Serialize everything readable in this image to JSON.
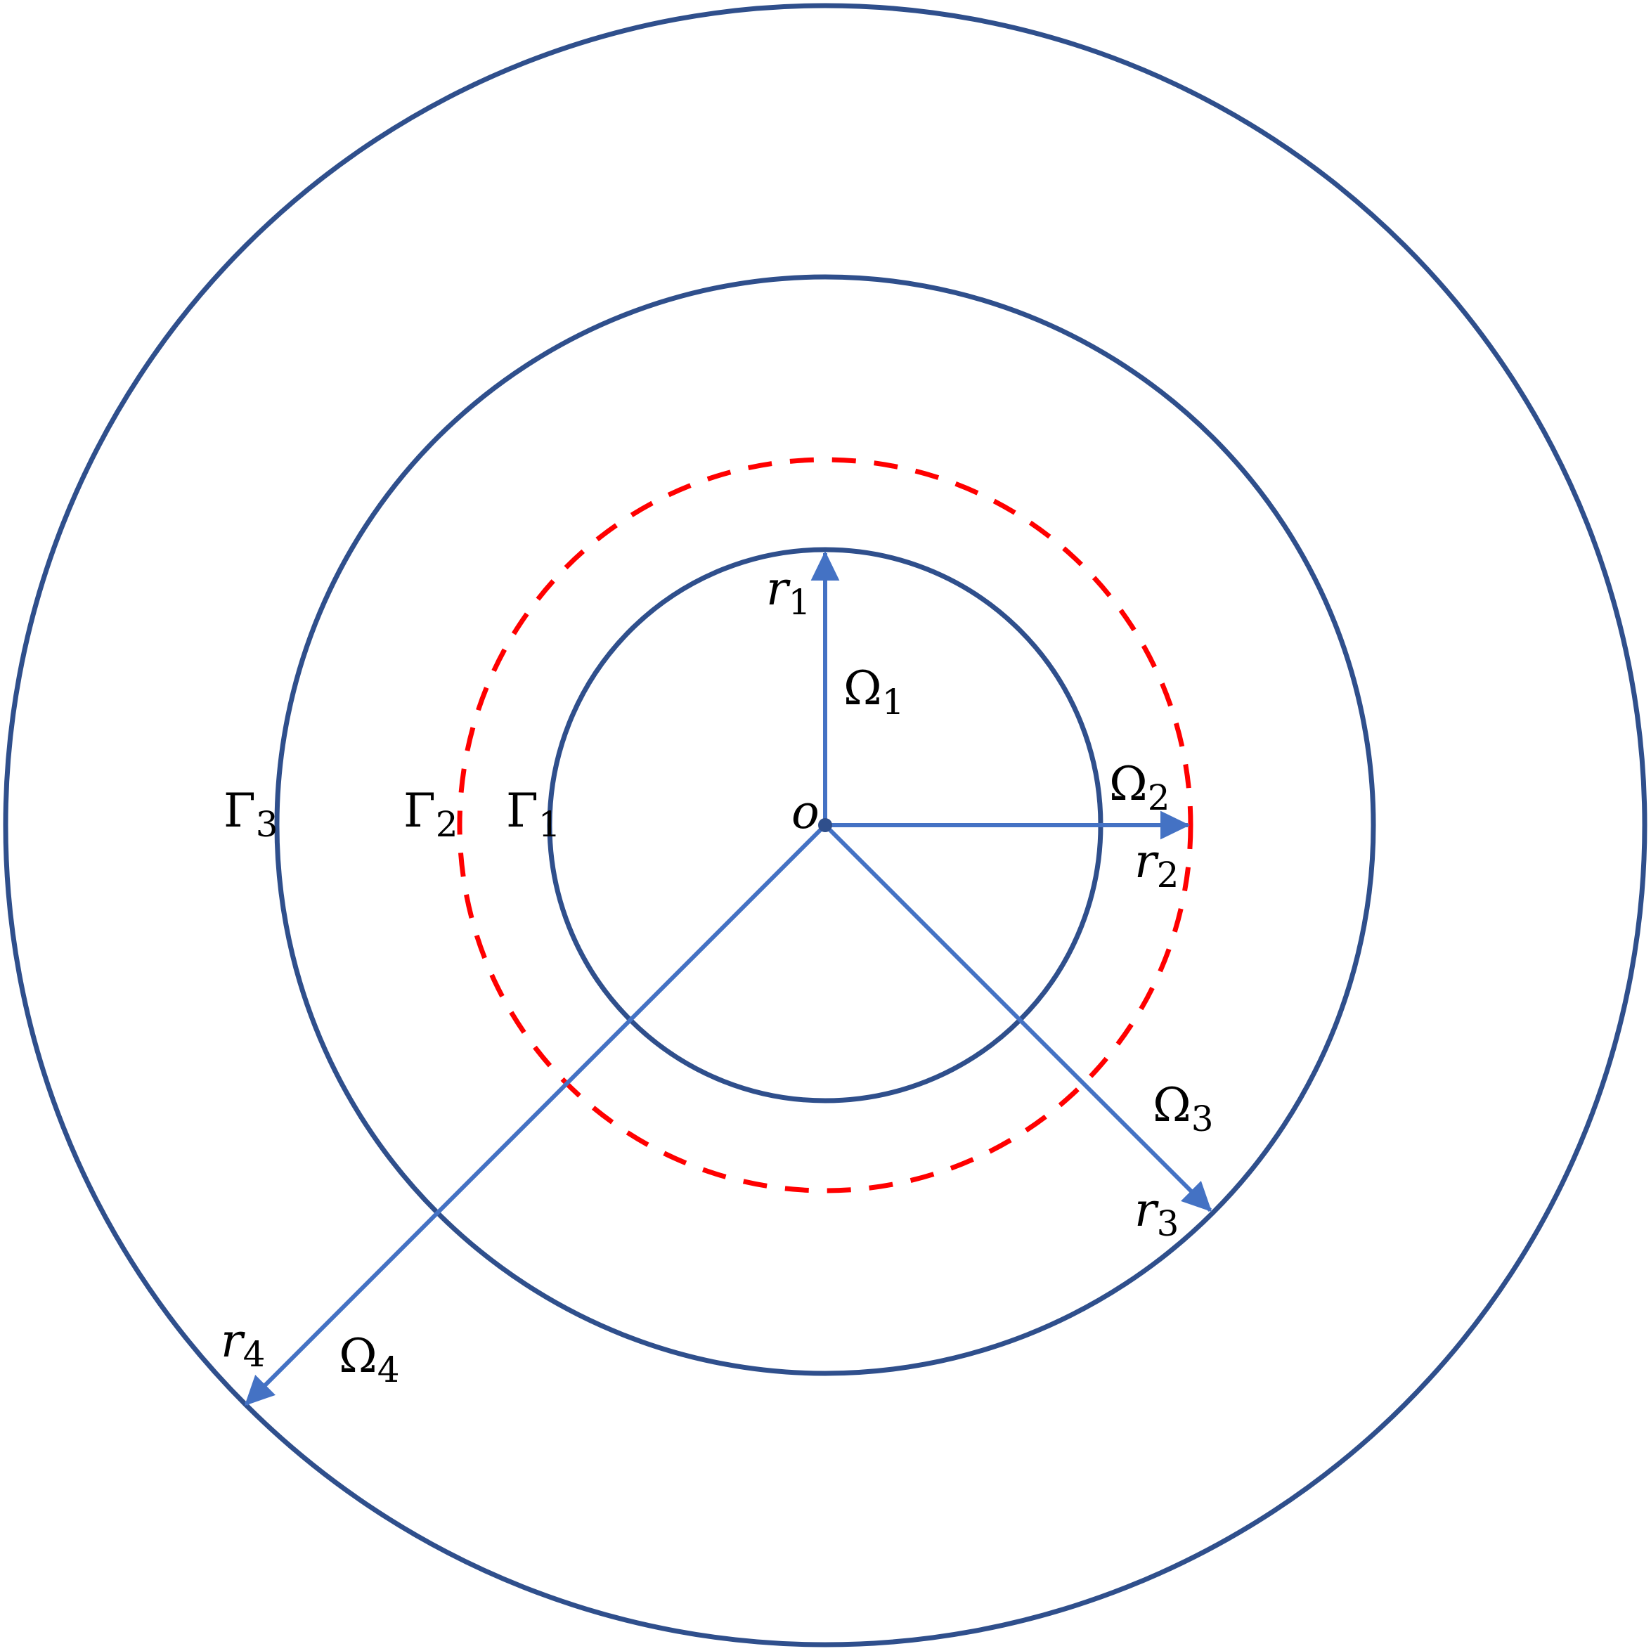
{
  "colors": {
    "ring": "#2f4f8c",
    "dashed_ring": "#ff0000",
    "ray": "#4472c4",
    "label": "#000000"
  },
  "labels": {
    "origin": "o",
    "gamma1": {
      "base": "Γ",
      "sub": "1"
    },
    "gamma2": {
      "base": "Γ",
      "sub": "2"
    },
    "gamma3": {
      "base": "Γ",
      "sub": "3"
    },
    "omega1": {
      "base": "Ω",
      "sub": "1"
    },
    "omega2": {
      "base": "Ω",
      "sub": "2"
    },
    "omega3": {
      "base": "Ω",
      "sub": "3"
    },
    "omega4": {
      "base": "Ω",
      "sub": "4"
    },
    "r1": {
      "base": "r",
      "sub": "1"
    },
    "r2": {
      "base": "r",
      "sub": "2"
    },
    "r3": {
      "base": "r",
      "sub": "3"
    },
    "r4": {
      "base": "r",
      "sub": "4"
    }
  }
}
